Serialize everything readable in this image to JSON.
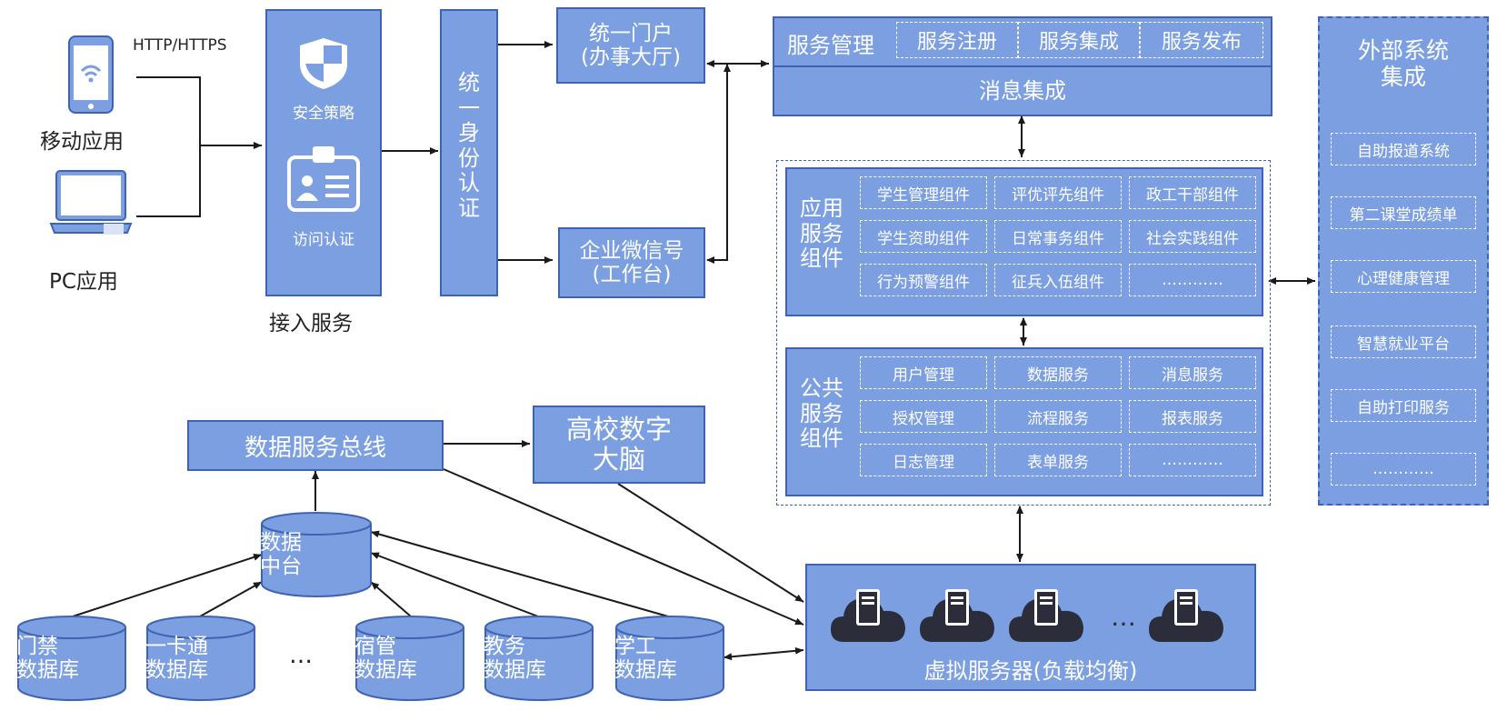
{
  "clients": {
    "protocol": "HTTP/HTTPS",
    "mobile_label": "移动应用",
    "pc_label": "PC应用"
  },
  "access": {
    "title": "接入服务",
    "security_label": "安全策略",
    "auth_label": "访问认证"
  },
  "identity": {
    "chars": [
      "统",
      "一",
      "身",
      "份",
      "认",
      "证"
    ]
  },
  "portal": {
    "line1": "统一门户",
    "line2": "(办事大厅)"
  },
  "wechat": {
    "line1": "企业微信号",
    "line2": "(工作台)"
  },
  "service_mgmt": {
    "title": "服务管理",
    "tabs": [
      "服务注册",
      "服务集成",
      "服务发布"
    ],
    "message": "消息集成"
  },
  "app_components": {
    "title_lines": [
      "应用",
      "服务",
      "组件"
    ],
    "items": [
      "学生管理组件",
      "评优评先组件",
      "政工干部组件",
      "学生资助组件",
      "日常事务组件",
      "社会实践组件",
      "行为预警组件",
      "征兵入伍组件",
      "…………"
    ]
  },
  "public_components": {
    "title_lines": [
      "公共",
      "服务",
      "组件"
    ],
    "items": [
      "用户管理",
      "数据服务",
      "消息服务",
      "授权管理",
      "流程服务",
      "报表服务",
      "日志管理",
      "表单服务",
      "…………"
    ]
  },
  "external": {
    "title_lines": [
      "外部系统",
      "集成"
    ],
    "items": [
      "自助报道系统",
      "第二课堂成绩单",
      "心理健康管理",
      "智慧就业平台",
      "自助打印服务",
      "…………"
    ]
  },
  "data_bus": "数据服务总线",
  "brain": {
    "line1": "高校数字",
    "line2": "大脑"
  },
  "data_center": {
    "line1": "数据",
    "line2": "中台"
  },
  "databases": [
    {
      "line1": "门禁",
      "line2": "数据库"
    },
    {
      "line1": "一卡通",
      "line2": "数据库"
    },
    {
      "line1": "宿管",
      "line2": "数据库"
    },
    {
      "line1": "教务",
      "line2": "数据库"
    },
    {
      "line1": "学工",
      "line2": "数据库"
    }
  ],
  "db_ellipsis": "…",
  "servers": {
    "label": "虚拟服务器(负载均衡)",
    "ellipsis": "…"
  },
  "colors": {
    "fill": "#7b9fe0",
    "border": "#3f63b3",
    "server_icon": "#2b2d3a",
    "line": "#1a1a1a"
  }
}
